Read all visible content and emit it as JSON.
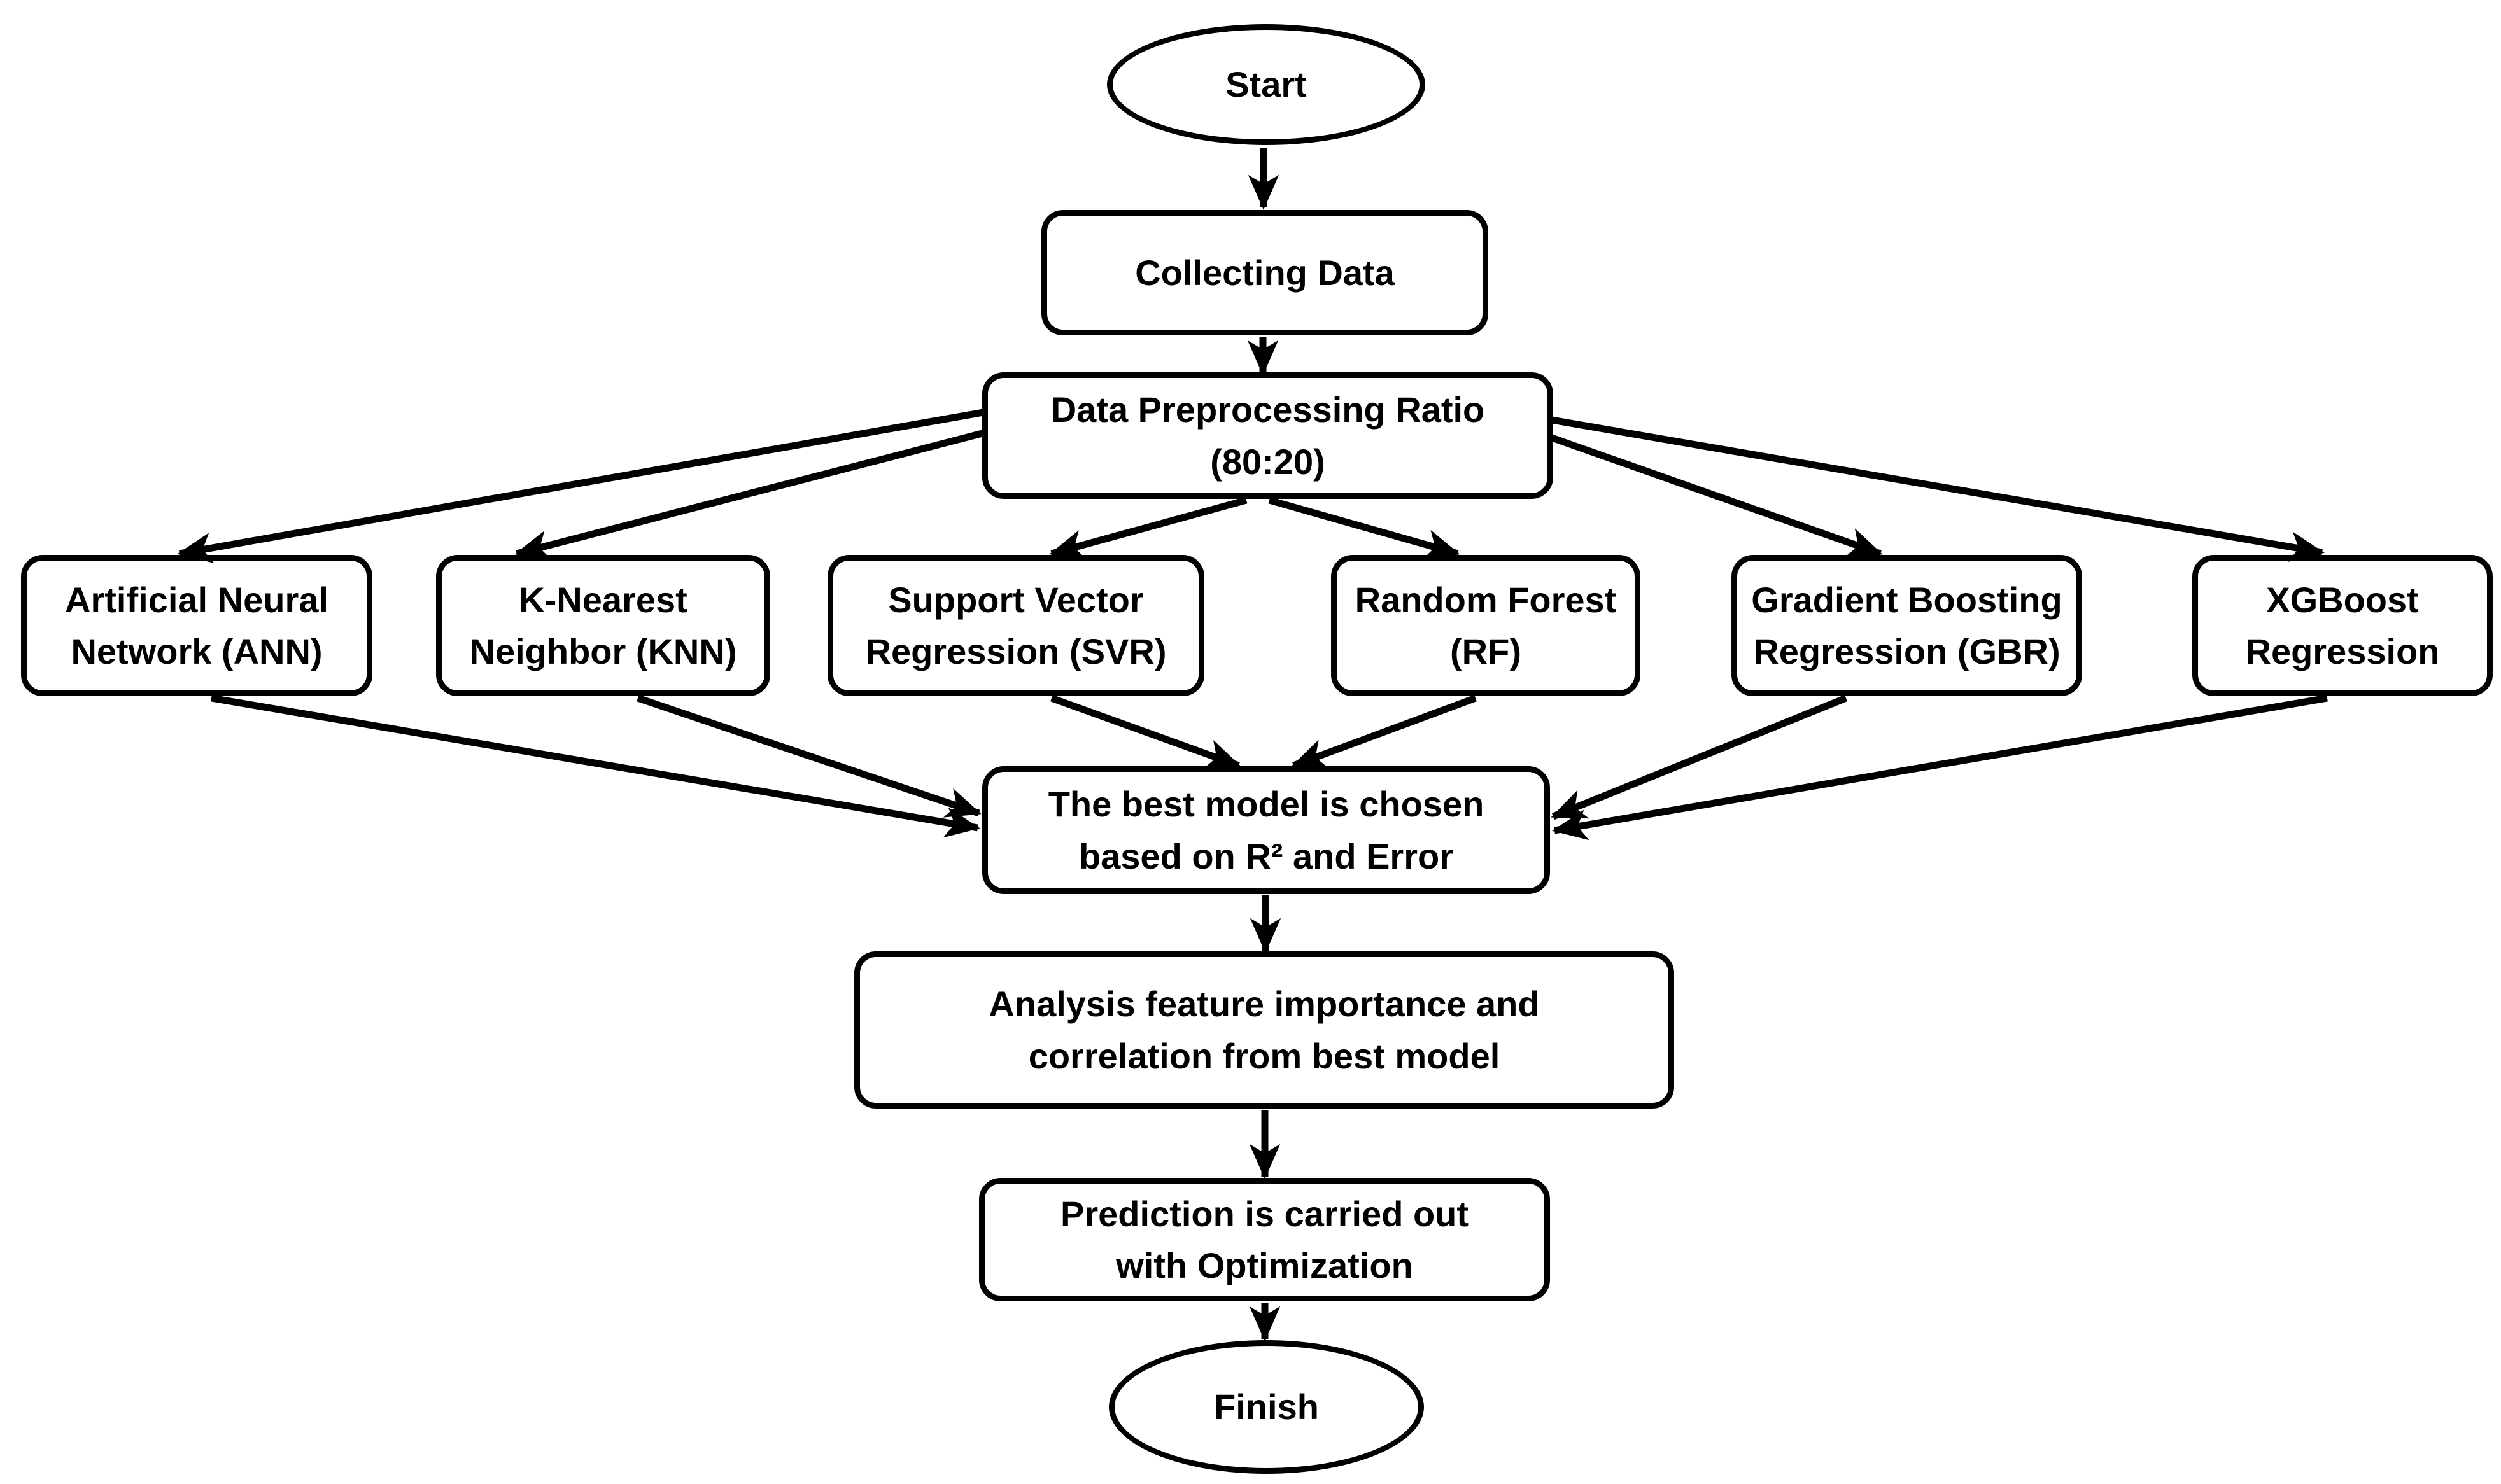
{
  "diagram": {
    "background_color": "#ffffff",
    "stroke_color": "#000000",
    "node_fill_color": "#ffffff",
    "nodes": {
      "start": {
        "label": "Start",
        "shape": "ellipse"
      },
      "collecting": {
        "label": "Collecting Data",
        "shape": "rounded-rect"
      },
      "preprocessing": {
        "label": "Data Preprocessing Ratio\n(80:20)",
        "shape": "rounded-rect"
      },
      "ann": {
        "label": "Artificial Neural\nNetwork (ANN)",
        "shape": "rounded-rect"
      },
      "knn": {
        "label": "K-Nearest\nNeighbor (KNN)",
        "shape": "rounded-rect"
      },
      "svr": {
        "label": "Support Vector\nRegression (SVR)",
        "shape": "rounded-rect"
      },
      "rf": {
        "label": "Random Forest\n(RF)",
        "shape": "rounded-rect"
      },
      "gbr": {
        "label": "Gradient Boosting\nRegression (GBR)",
        "shape": "rounded-rect"
      },
      "xgb": {
        "label": "XGBoost\nRegression",
        "shape": "rounded-rect"
      },
      "best": {
        "label": "The best model is chosen\nbased on R² and Error",
        "shape": "rounded-rect"
      },
      "analysis": {
        "label": "Analysis feature importance and\ncorrelation from best model",
        "shape": "rounded-rect"
      },
      "prediction": {
        "label": "Prediction is carried out\nwith Optimization",
        "shape": "rounded-rect"
      },
      "finish": {
        "label": "Finish",
        "shape": "ellipse"
      }
    },
    "edges": [
      {
        "from": "start",
        "to": "collecting"
      },
      {
        "from": "collecting",
        "to": "preprocessing"
      },
      {
        "from": "preprocessing",
        "to": "ann"
      },
      {
        "from": "preprocessing",
        "to": "knn"
      },
      {
        "from": "preprocessing",
        "to": "svr"
      },
      {
        "from": "preprocessing",
        "to": "rf"
      },
      {
        "from": "preprocessing",
        "to": "gbr"
      },
      {
        "from": "preprocessing",
        "to": "xgb"
      },
      {
        "from": "ann",
        "to": "best"
      },
      {
        "from": "knn",
        "to": "best"
      },
      {
        "from": "svr",
        "to": "best"
      },
      {
        "from": "rf",
        "to": "best"
      },
      {
        "from": "gbr",
        "to": "best"
      },
      {
        "from": "xgb",
        "to": "best"
      },
      {
        "from": "best",
        "to": "analysis"
      },
      {
        "from": "analysis",
        "to": "prediction"
      },
      {
        "from": "prediction",
        "to": "finish"
      }
    ]
  }
}
